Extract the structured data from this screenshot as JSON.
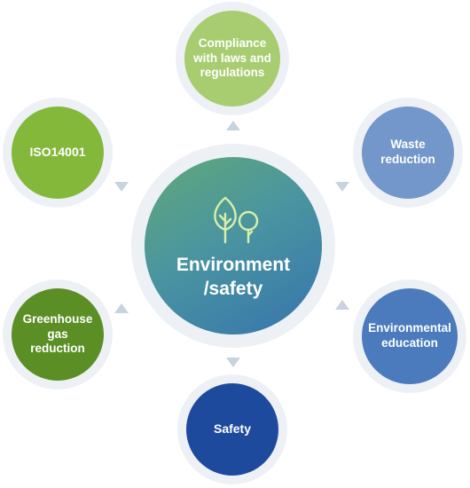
{
  "center": {
    "title": "Environment\n/safety",
    "icon": "trees-icon"
  },
  "nodes": {
    "compliance": "Compliance\nwith  laws and\nregulations",
    "iso": "ISO14001",
    "waste": "Waste\nreduction",
    "ghg": "Greenhouse\ngas\nreduction",
    "education": "Environmental\neducation",
    "safety": "Safety"
  },
  "colors": {
    "compliance": "#a7cd70",
    "iso": "#84b83b",
    "waste": "#7397ca",
    "ghg": "#5b8f25",
    "education": "#4b7bbd",
    "safety": "#1e4a9e",
    "ring": "#edf1f5",
    "arrow": "#c9d3de"
  }
}
